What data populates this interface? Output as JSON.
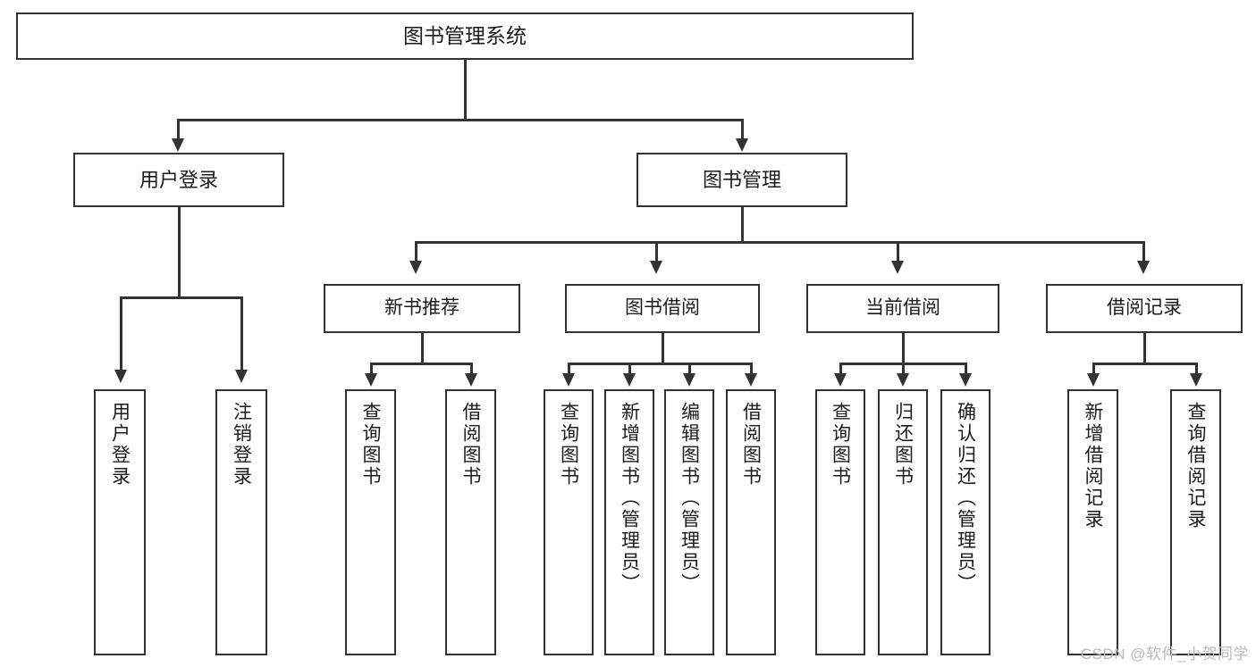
{
  "diagram": {
    "title": "图书管理系统",
    "type": "tree",
    "watermark": "CSDN @软件_小贺同学",
    "colors": {
      "stroke": "#333333",
      "fill": "#ffffff",
      "text": "#1b1b1b",
      "watermark": "#b9b9b9"
    },
    "nodes": {
      "root": {
        "label": "图书管理系统"
      },
      "level1": [
        {
          "id": "user-login",
          "label": "用户登录"
        },
        {
          "id": "book-manage",
          "label": "图书管理"
        }
      ],
      "level2": [
        {
          "id": "new-book-recommend",
          "label": "新书推荐",
          "parent": "book-manage"
        },
        {
          "id": "book-borrow",
          "label": "图书借阅",
          "parent": "book-manage"
        },
        {
          "id": "current-borrow",
          "label": "当前借阅",
          "parent": "book-manage"
        },
        {
          "id": "borrow-record",
          "label": "借阅记录",
          "parent": "book-manage"
        }
      ],
      "leaves": [
        {
          "id": "leaf-user-login",
          "label": "用户登录",
          "parent": "user-login"
        },
        {
          "id": "leaf-user-logout",
          "label": "注销登录",
          "parent": "user-login"
        },
        {
          "id": "leaf-query-book-1",
          "label": "查询图书",
          "parent": "new-book-recommend"
        },
        {
          "id": "leaf-borrow-book-1",
          "label": "借阅图书",
          "parent": "new-book-recommend"
        },
        {
          "id": "leaf-query-book-2",
          "label": "查询图书",
          "parent": "book-borrow"
        },
        {
          "id": "leaf-add-book",
          "label": "新增图书（管理员）",
          "parent": "book-borrow"
        },
        {
          "id": "leaf-edit-book",
          "label": "编辑图书（管理员）",
          "parent": "book-borrow"
        },
        {
          "id": "leaf-borrow-book-2",
          "label": "借阅图书",
          "parent": "book-borrow"
        },
        {
          "id": "leaf-query-book-3",
          "label": "查询图书",
          "parent": "current-borrow"
        },
        {
          "id": "leaf-return-book",
          "label": "归还图书",
          "parent": "current-borrow"
        },
        {
          "id": "leaf-confirm-return",
          "label": "确认归还（管理员）",
          "parent": "current-borrow"
        },
        {
          "id": "leaf-add-record",
          "label": "新增借阅记录",
          "parent": "borrow-record"
        },
        {
          "id": "leaf-query-record",
          "label": "查询借阅记录",
          "parent": "borrow-record"
        }
      ]
    }
  }
}
